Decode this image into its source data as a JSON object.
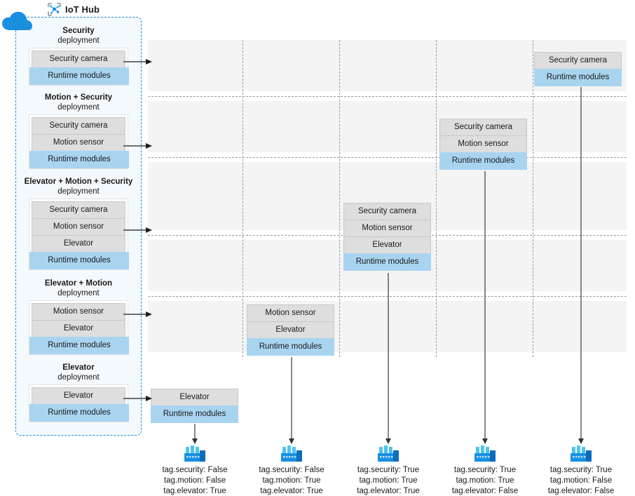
{
  "hub": {
    "title": "IoT Hub",
    "icon": "iot-hub-icon",
    "cloud_icon": "cloud-icon",
    "boundary_color": "#1a8fe0"
  },
  "colors": {
    "accent": "#1a8fe0",
    "module_gray": "#dedede",
    "runtime_blue": "#a8d4f0",
    "grid_bg": "#f4f4f4",
    "arrow": "#404040",
    "factory_dark": "#0f6cbd",
    "factory_light": "#4ec3f0"
  },
  "labels": {
    "security_camera": "Security camera",
    "motion_sensor": "Motion sensor",
    "elevator": "Elevator",
    "runtime_modules": "Runtime modules",
    "deployment_suffix": "deployment"
  },
  "deployments": [
    {
      "name": "Security",
      "subtitle": "deployment",
      "modules": [
        "Security camera"
      ],
      "runtime": "Runtime modules"
    },
    {
      "name": "Motion + Security",
      "subtitle": "deployment",
      "modules": [
        "Security camera",
        "Motion sensor"
      ],
      "runtime": "Runtime modules"
    },
    {
      "name": "Elevator + Motion + Security",
      "subtitle": "deployment",
      "modules": [
        "Security camera",
        "Motion sensor",
        "Elevator"
      ],
      "runtime": "Runtime modules"
    },
    {
      "name": "Elevator + Motion",
      "subtitle": "deployment",
      "modules": [
        "Motion sensor",
        "Elevator"
      ],
      "runtime": "Runtime modules"
    },
    {
      "name": "Elevator",
      "subtitle": "deployment",
      "modules": [
        "Elevator"
      ],
      "runtime": "Runtime modules"
    }
  ],
  "grid_boxes": [
    {
      "row": 0,
      "column": 4,
      "modules": [
        "Security camera"
      ],
      "runtime": "Runtime modules"
    },
    {
      "row": 1,
      "column": 3,
      "modules": [
        "Security camera",
        "Motion sensor"
      ],
      "runtime": "Runtime modules"
    },
    {
      "row": 2,
      "column": 2,
      "modules": [
        "Security camera",
        "Motion sensor",
        "Elevator"
      ],
      "runtime": "Runtime modules"
    },
    {
      "row": 3,
      "column": 1,
      "modules": [
        "Motion sensor",
        "Elevator"
      ],
      "runtime": "Runtime modules"
    },
    {
      "row": 4,
      "column": 0,
      "modules": [
        "Elevator"
      ],
      "runtime": "Runtime modules"
    }
  ],
  "devices": [
    {
      "icon": "factory-icon",
      "tags": [
        "tag.security: False",
        "tag.motion: False",
        "tag.elevator: True"
      ]
    },
    {
      "icon": "factory-icon",
      "tags": [
        "tag.security: False",
        "tag.motion: True",
        "tag.elevator: True"
      ]
    },
    {
      "icon": "factory-icon",
      "tags": [
        "tag.security: True",
        "tag.motion: True",
        "tag.elevator: True"
      ]
    },
    {
      "icon": "factory-icon",
      "tags": [
        "tag.security: True",
        "tag.motion: True",
        "tag.elevator: False"
      ]
    },
    {
      "icon": "factory-icon",
      "tags": [
        "tag.security: True",
        "tag.motion: False",
        "tag.elevator: False"
      ]
    }
  ]
}
